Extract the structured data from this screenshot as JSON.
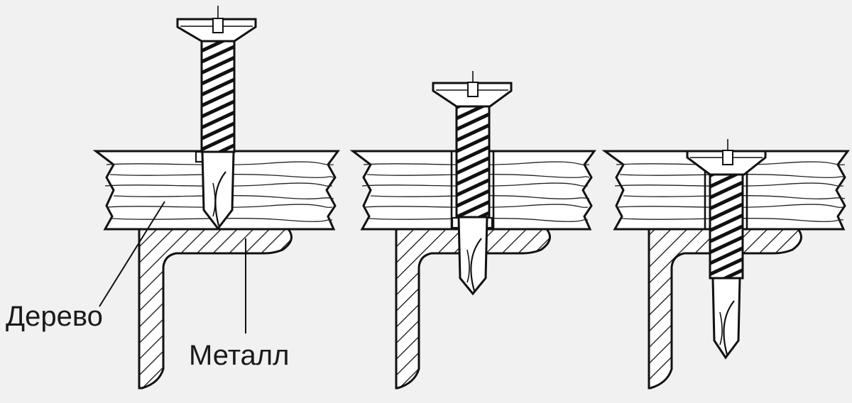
{
  "labels": {
    "wood": "Дерево",
    "metal": "Металл"
  },
  "colors": {
    "background": "#f1f1f1",
    "line": "#111111",
    "fill": "#ffffff"
  },
  "stages": [
    {
      "name": "stage-1-drilling-through-wood"
    },
    {
      "name": "stage-2-drill-tip-through-metal"
    },
    {
      "name": "stage-3-screw-fully-driven"
    }
  ]
}
